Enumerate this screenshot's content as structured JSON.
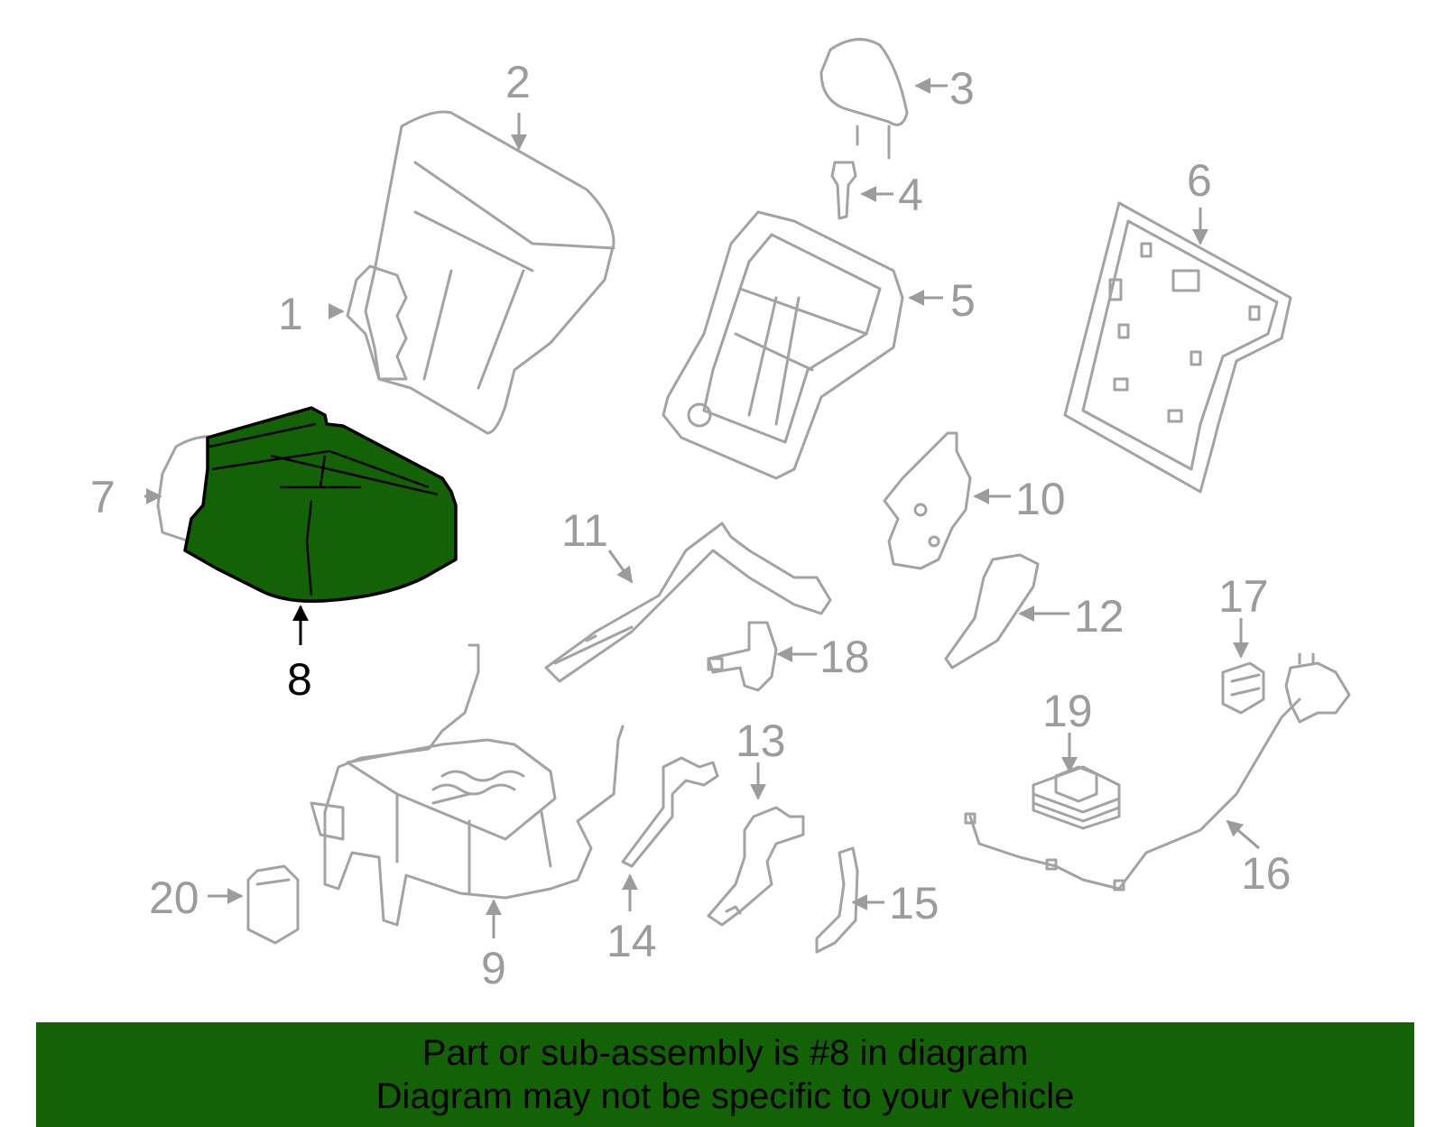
{
  "diagram": {
    "highlight_color": "#136306",
    "highlighted_part": "8",
    "callouts": [
      "1",
      "2",
      "3",
      "4",
      "5",
      "6",
      "7",
      "8",
      "9",
      "10",
      "11",
      "12",
      "13",
      "14",
      "15",
      "16",
      "17",
      "18",
      "19",
      "20"
    ]
  },
  "banner": {
    "background": "#136306",
    "line1": "Part or sub-assembly is #8 in diagram",
    "line2": "Diagram may not be specific to your vehicle"
  }
}
